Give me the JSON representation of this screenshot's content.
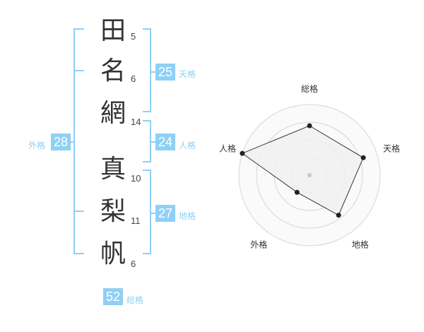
{
  "name": {
    "chars": [
      {
        "char": "田",
        "strokes": "5"
      },
      {
        "char": "名",
        "strokes": "6"
      },
      {
        "char": "網",
        "strokes": "14"
      },
      {
        "char": "真",
        "strokes": "10"
      },
      {
        "char": "梨",
        "strokes": "11"
      },
      {
        "char": "帆",
        "strokes": "6"
      }
    ]
  },
  "kaku": {
    "tenkaku": {
      "value": "25",
      "label": "天格"
    },
    "jinkaku": {
      "value": "24",
      "label": "人格"
    },
    "chikaku": {
      "value": "27",
      "label": "地格"
    },
    "gaikaku": {
      "value": "28",
      "label": "外格"
    },
    "soukaku": {
      "value": "52",
      "label": "総格"
    }
  },
  "chart_data": {
    "type": "radar",
    "axes": [
      "総格",
      "天格",
      "地格",
      "外格",
      "人格"
    ],
    "values": [
      0.7,
      0.8,
      0.7,
      0.3,
      1.0
    ],
    "range": [
      0,
      1
    ],
    "rings": 4,
    "colors": {
      "fill": "#f0f0f0",
      "line": "#333333",
      "ring": "#d6d6d6",
      "center": "#c8c8c8"
    }
  },
  "colors": {
    "accent": "#8fd0f5"
  }
}
